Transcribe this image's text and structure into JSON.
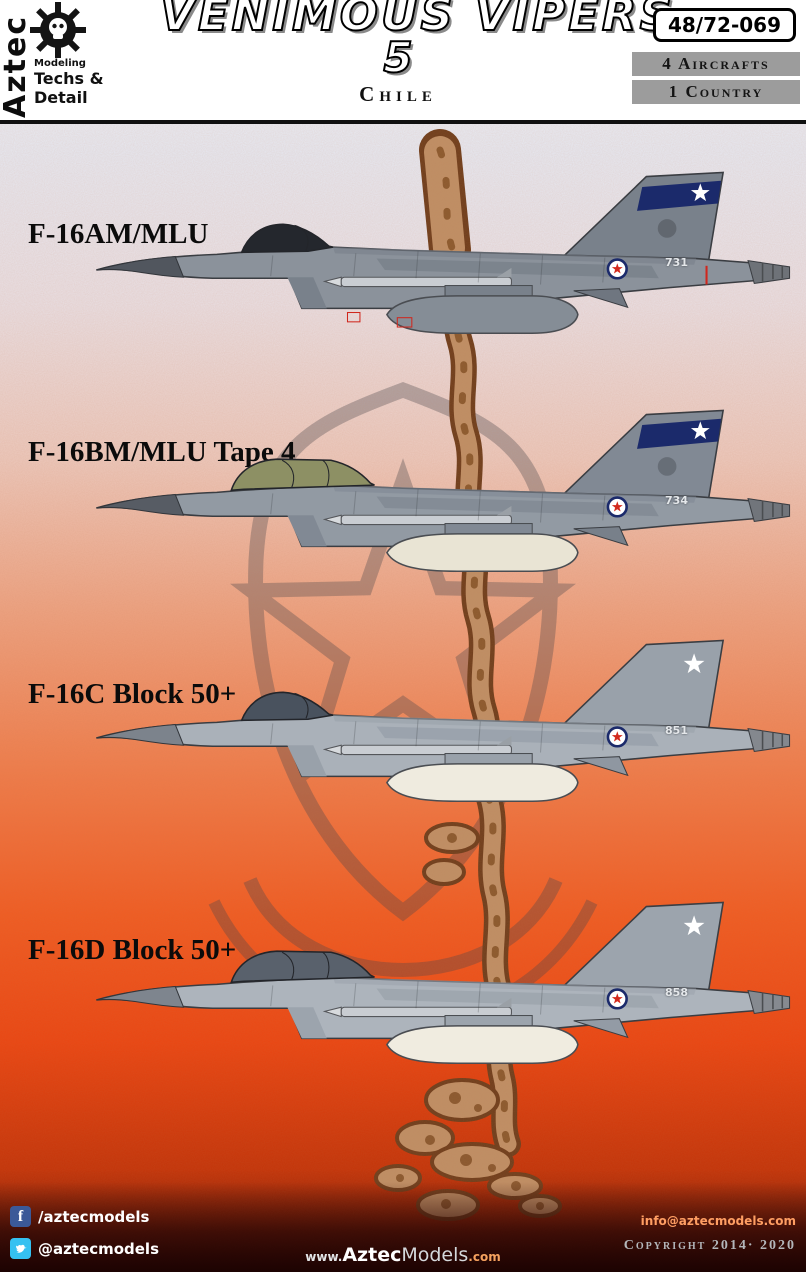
{
  "header": {
    "product_code": "48/72-069",
    "title": "VENIMOUS VIPERS",
    "series_number": "5",
    "country": "Chile",
    "stats": {
      "aircrafts": "4 Aircrafts",
      "countries": "1 Country"
    },
    "brand": {
      "name": "Aztec",
      "tagline_1": "Modeling",
      "tagline_2": "Techs &",
      "tagline_3": "Detail"
    }
  },
  "aircraft": [
    {
      "label": "F-16AM/MLU",
      "tail_number": "731"
    },
    {
      "label": "F-16BM/MLU Tape 4",
      "tail_number": "734"
    },
    {
      "label": "F-16C Block 50+",
      "tail_number": "851"
    },
    {
      "label": "F-16D Block 50+",
      "tail_number": "858"
    }
  ],
  "footer": {
    "facebook_handle": "/aztecmodels",
    "twitter_handle": "@aztecmodels",
    "website_prefix": "www.",
    "website_bold": "Aztec",
    "website_rest": "Models",
    "website_suffix": ".com",
    "email": "info@aztecmodels.com",
    "copyright": "Copyright 2014· 2020"
  },
  "colors": {
    "tail_band_navy": "#1b2a6b",
    "facebook_blue": "#3b5998",
    "twitter_blue": "#35c1f1",
    "map_brown": "#bf9066",
    "background_top": "#f2f4f9",
    "background_bottom": "#e8440f"
  }
}
